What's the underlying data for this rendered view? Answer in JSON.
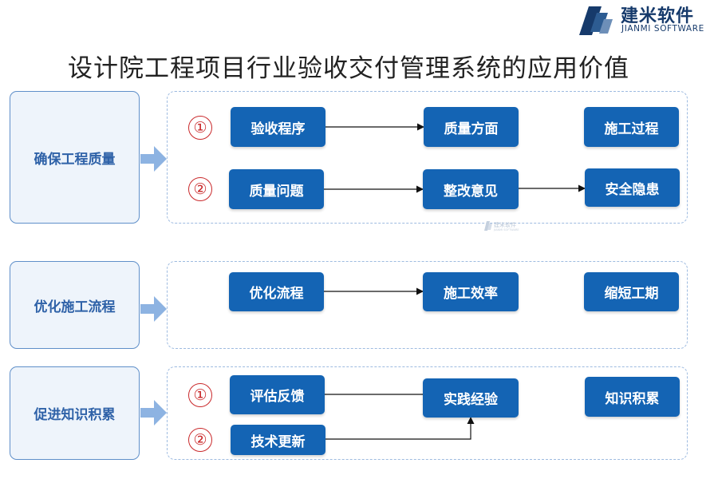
{
  "brand": {
    "name_cn": "建米软件",
    "name_en": "JIANMI SOFTWARE",
    "colors": {
      "dark": "#163a6b",
      "mid": "#2d5c92"
    }
  },
  "title": "设计院工程项目行业验收交付管理系统的应用价值",
  "watermark": {
    "name_cn": "建米软件",
    "name_en": "JIANMI SOFTWARE"
  },
  "colors": {
    "node": "#1464b4",
    "label_text": "#2f62a8",
    "label_border": "#5f8fc9",
    "dash": "#9ebbe0",
    "number": "#c9282a",
    "arrow": "#8db3e2"
  },
  "sections": [
    {
      "label": "确保工程质量",
      "rows": [
        {
          "number": "①",
          "nodes": [
            "验收程序",
            "质量方面",
            "施工过程"
          ]
        },
        {
          "number": "②",
          "nodes": [
            "质量问题",
            "整改意见",
            "安全隐患"
          ]
        }
      ]
    },
    {
      "label": "优化施工流程",
      "rows": [
        {
          "number": "",
          "nodes": [
            "优化流程",
            "施工效率",
            "缩短工期"
          ]
        }
      ]
    },
    {
      "label": "促进知识积累",
      "rows": [
        {
          "number": "①",
          "nodes": [
            "评估反馈",
            "实践经验",
            "知识积累"
          ]
        },
        {
          "number": "②",
          "nodes": [
            "技术更新"
          ]
        }
      ]
    }
  ]
}
